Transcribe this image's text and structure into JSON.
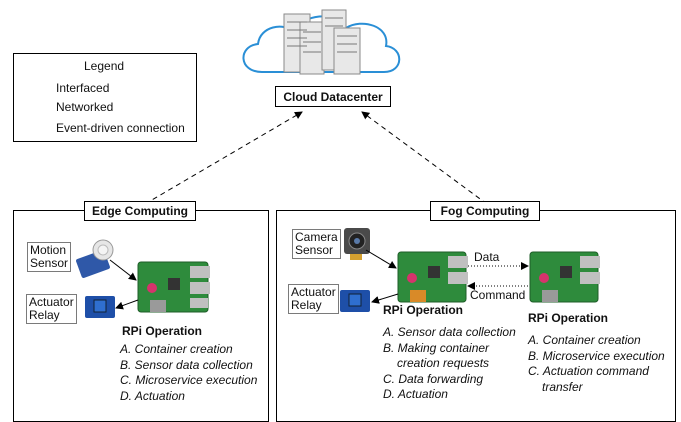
{
  "legend": {
    "title": "Legend",
    "items": [
      {
        "label": "Interfaced",
        "style": "solid"
      },
      {
        "label": "Networked",
        "style": "dotted"
      },
      {
        "label": "Event-driven connection",
        "style": "dashed"
      }
    ]
  },
  "cloud": {
    "label": "Cloud Datacenter"
  },
  "edge": {
    "title": "Edge Computing",
    "motion_sensor": {
      "line1": "Motion",
      "line2": "Sensor"
    },
    "actuator": {
      "line1": "Actuator",
      "line2": "Relay"
    },
    "rpi_heading": "RPi Operation",
    "ops": [
      "A. Container creation",
      "B. Sensor data collection",
      "C. Microservice execution",
      "D. Actuation"
    ]
  },
  "fog": {
    "title": "Fog Computing",
    "camera_sensor": {
      "line1": "Camera",
      "line2": "Sensor"
    },
    "actuator": {
      "line1": "Actuator",
      "line2": "Relay"
    },
    "data_label": "Data",
    "command_label": "Command",
    "rpi1_heading": "RPi Operation",
    "rpi1_ops": [
      "A. Sensor data collection",
      "B. Making container",
      "creation requests",
      "C. Data forwarding",
      "D. Actuation"
    ],
    "rpi2_heading": "RPi Operation",
    "rpi2_ops": [
      "A. Container creation",
      "B. Microservice execution",
      "C. Actuation command",
      "transfer"
    ]
  },
  "colors": {
    "board": "#2e8b3c",
    "relay": "#1e4fa8",
    "cloud": "#2a8fd6"
  }
}
